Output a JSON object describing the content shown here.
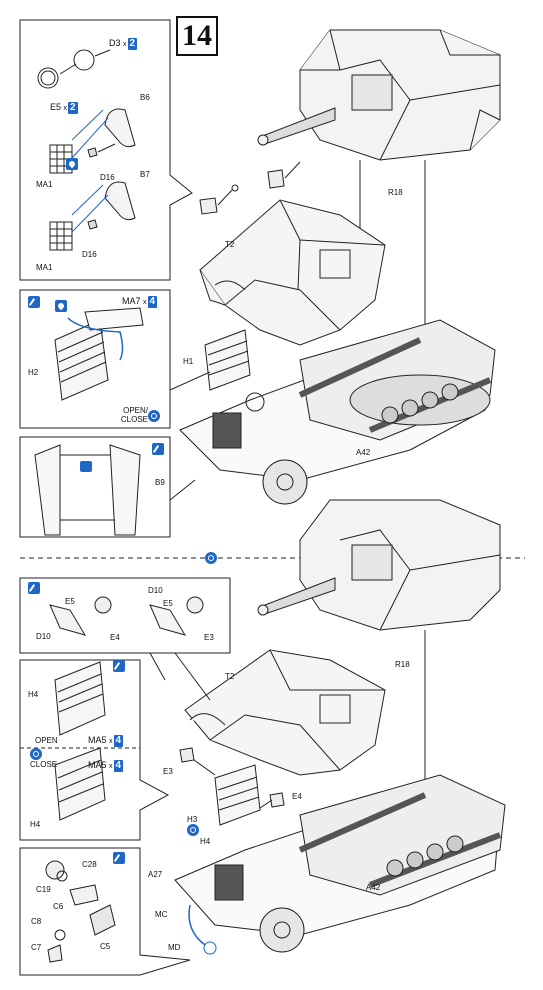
{
  "step_number": "14",
  "labels": {
    "D3": "D3",
    "E5_top": "E5",
    "B6": "B6",
    "MA1_a": "MA1",
    "D16_a": "D16",
    "B7": "B7",
    "MA1_b": "MA1",
    "D16_b": "D16",
    "MA7": "MA7",
    "H2": "H2",
    "H1": "H1",
    "open_close": "OPEN/\nCLOSE",
    "B9": "B9",
    "T2_top": "T2",
    "R18_top": "R18",
    "A42_top": "A42",
    "E5_l": "E5",
    "D10_l": "D10",
    "E4_l": "E4",
    "D10_r": "D10",
    "E5_r": "E5",
    "E3_r": "E3",
    "R18_bot": "R18",
    "T2_bot": "T2",
    "H4_a": "H4",
    "MA5_a": "MA5",
    "open": "OPEN",
    "close": "CLOSE",
    "MA5_b": "MA5",
    "H4_b": "H4",
    "E3": "E3",
    "E4": "E4",
    "H3": "H3",
    "H4": "H4",
    "A27": "A27",
    "A42_bot": "A42",
    "C28": "C28",
    "C19": "C19",
    "C6": "C6",
    "C8": "C8",
    "C5": "C5",
    "C7": "C7",
    "MC": "MC",
    "MD": "MD"
  },
  "quantities": {
    "D3": {
      "x": "x",
      "n": "2"
    },
    "E5": {
      "x": "x",
      "n": "2"
    },
    "MA7": {
      "x": "x",
      "n": "4"
    },
    "MA5_open": {
      "x": "x",
      "n": "4"
    },
    "MA5_close": {
      "x": "x",
      "n": "4"
    }
  },
  "icons": {
    "paint": "brush-icon",
    "glue": "glue-drop-icon",
    "movable": "movable-part-icon",
    "cut": "cut-icon"
  },
  "colors": {
    "accent": "#1f67c7",
    "line": "#222222"
  }
}
